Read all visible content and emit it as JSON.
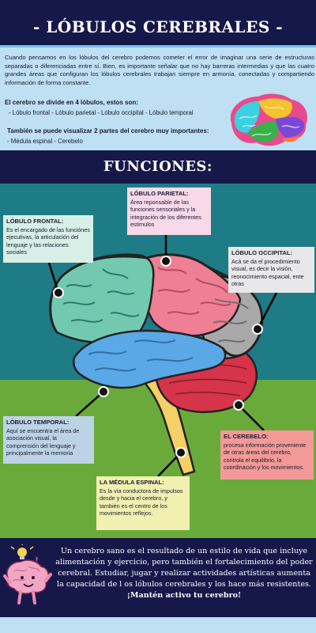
{
  "header": {
    "title": "- LÓBULOS CEREBRALES -"
  },
  "intro": {
    "paragraph": "Cuando pensamos en los lóbulos del cerebro podemos cometer el error de imaginar una serie de estructuras separadas o diferenciadas entre sí. Bien, es importante señalar que no hay barreras intermedias y que las cuatro grandes áreas que configuran los lóbulos cerebrales trabajan siempre en armonía, conectadas y compartiendo información de forma constante.",
    "divides_heading": "El cerebro se divide en 4 lóbulos, estos son:",
    "lobes_list": "- Lóbulo frontal  - Lóbulo parietal  - Lóbulo occipital  - Lóbulo temporal",
    "parts_heading": "También se puede visualizar  2 partes del cerebro muy importantes:",
    "parts_list": "- Médula espinal     - Cerebelo"
  },
  "functions": {
    "title": "FUNCIONES:"
  },
  "callouts": {
    "parietal": {
      "title": "LÓBULO PARIETAL:",
      "text": "Área reponsable de las funciones sensoriales y la integración de los diferentes estimulos"
    },
    "frontal": {
      "title": "LÓBULO FRONTAL:",
      "text": "Es el encargado de las funciónes ejecutivas, la articulación del lenguaje y las relaciones sociales"
    },
    "occipital": {
      "title": "LÓBULO OCCIPITAL:",
      "text": "Acá se da el procedimiento visual, es decir la visión, reonocimiento espacial, ente otras"
    },
    "temporal": {
      "title": "LÓBULO TEMPORAL:",
      "text": "Aquí se encuentra el área de asociación visual, la comprensión del lenguaje y principalmente la memoria"
    },
    "cerebelo": {
      "title": "EL CEREBELO:",
      "text": "procesa información proveniente de otras áreas del cerebro, controla el equilibrio, la coordinación y los movimientos."
    },
    "medula": {
      "title": "LA MÉDULA ESPINAL:",
      "text": "Es la vía conductora de impulsos desde y hacia el cerebro, y también es el centro de los movimientos reflejos."
    }
  },
  "footer": {
    "text": "Un cerebro sano es el resultado de un estilo de vida que incluye alimentación y ejercicio, pero también el fortalecimiento del poder cerebral. Estudiar, jugar y realizar actividades artísticas aumenta la capacidad de l os lóbulos cerebrales y los hace más resistentes.",
    "cta": "¡Mantén activo tu cerebro!"
  },
  "colors": {
    "navy": "#16184a",
    "light_blue": "#bfe0f2",
    "teal": "#1e7c86",
    "green": "#6aaa3a",
    "frontal": "#72c9b0",
    "parietal": "#ef7f94",
    "occipital": "#a9a9a9",
    "temporal": "#5aa9e6",
    "cerebellum": "#d6344a",
    "stem": "#f4d066"
  }
}
